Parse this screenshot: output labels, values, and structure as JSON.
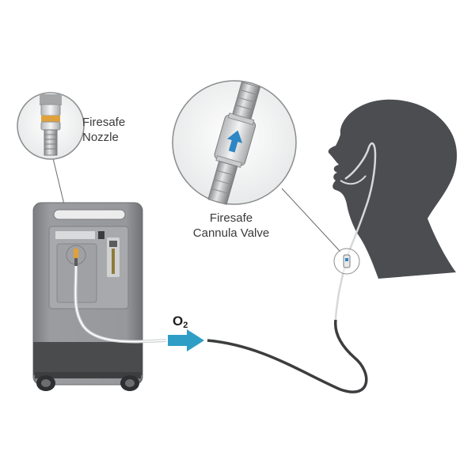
{
  "labels": {
    "nozzle": [
      "Firesafe",
      "Nozzle"
    ],
    "valve": [
      "Firesafe",
      "Cannula Valve"
    ],
    "gas": {
      "main": "O",
      "sub": "2"
    }
  },
  "colors": {
    "concentrator_body": "#8c8e91",
    "concentrator_base": "#4a4b4d",
    "flow_arrow": "#2f9ec6",
    "valve_arrow": "#2f86c4",
    "silhouette": "#4b4d50",
    "tubing_dark": "#3c3d3f",
    "tubing_clear": "#d8dadb",
    "brass_fitting": "#e1a13a"
  },
  "icons": [
    "oxygen-concentrator",
    "firesafe-nozzle",
    "firesafe-cannula-valve",
    "flow-arrow",
    "patient-silhouette"
  ]
}
